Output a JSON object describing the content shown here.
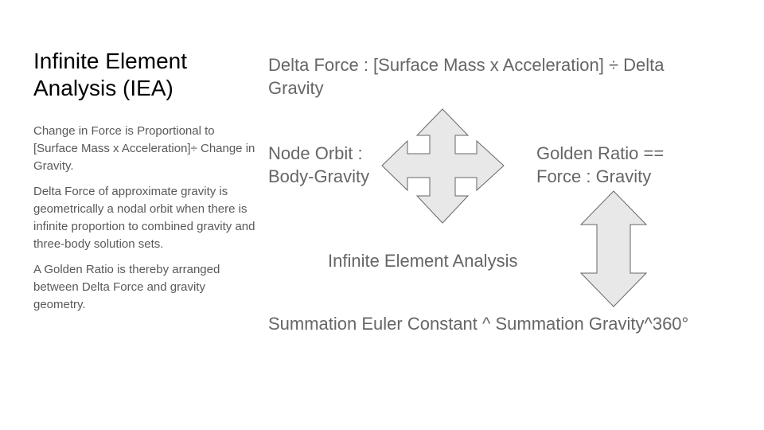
{
  "slide": {
    "title": "Infinite Element Analysis (IEA)",
    "paragraphs": [
      "Change in Force is Proportional to [Surface Mass x Acceleration]÷ Change in Gravity.",
      "Delta Force of approximate gravity is geometrically a nodal orbit when there is infinite proportion to combined gravity and three-body solution sets.",
      "A Golden Ratio is thereby arranged between Delta Force and gravity geometry."
    ]
  },
  "diagram": {
    "delta_force": "Delta Force : [Surface Mass x Acceleration] ÷ Delta Gravity",
    "node_orbit_line1": "Node Orbit :",
    "node_orbit_line2": "Body-Gravity",
    "golden_ratio_line1": "Golden Ratio ==",
    "golden_ratio_line2": "Force : Gravity",
    "center_label": "Infinite Element Analysis",
    "summation": "Summation Euler Constant ^ Summation Gravity^360°"
  },
  "colors": {
    "shape_fill": "#e8e8e8",
    "shape_stroke": "#666666",
    "diagram_text": "#666666",
    "body_text": "#595959",
    "title_text": "#000000"
  }
}
